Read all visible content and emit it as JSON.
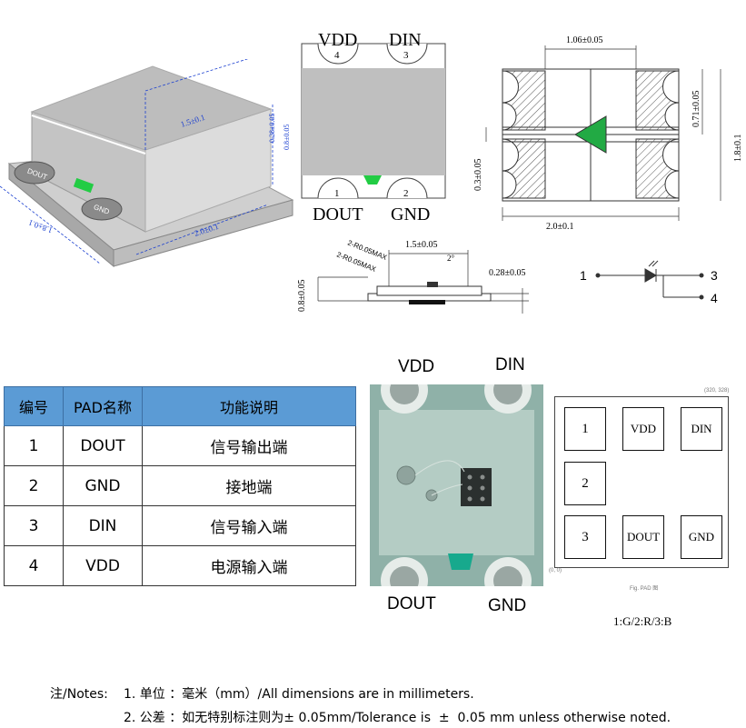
{
  "package_3d": {
    "dim_length": "1.5±0.1",
    "dim_width": "2.0±0.1",
    "dim_diag": "1.8±0.1",
    "dim_h1": "0.28±0.05",
    "dim_h2": "0.8±0.05",
    "pad_dout": "DOUT",
    "pad_gnd": "GND"
  },
  "top_view": {
    "pin4_name": "VDD",
    "pin4_num": "4",
    "pin3_name": "DIN",
    "pin3_num": "3",
    "pin1_name": "DOUT",
    "pin1_num": "1",
    "pin2_name": "GND",
    "pin2_num": "2"
  },
  "footprint": {
    "dim_top": "1.06±0.05",
    "dim_right_a": "0.71±0.05",
    "dim_right_b": "1.8±0.1",
    "dim_left": "0.3±0.05",
    "dim_bottom": "2.0±0.1"
  },
  "side_view": {
    "dim_width": "1.5±0.05",
    "angle": "2°",
    "radius_a": "2-R0.05MAX",
    "radius_b": "2-R0.05MAX",
    "dim_height": "0.8±0.05",
    "dim_pad": "0.28±0.05"
  },
  "schematic": {
    "pin1": "1",
    "pin3": "3",
    "pin4": "4"
  },
  "table": {
    "headers": [
      "编号",
      "PAD名称",
      "功能说明"
    ],
    "rows": [
      [
        "1",
        "DOUT",
        "信号输出端"
      ],
      [
        "2",
        "GND",
        "接地端"
      ],
      [
        "3",
        "DIN",
        "信号输入端"
      ],
      [
        "4",
        "VDD",
        "电源输入端"
      ]
    ]
  },
  "photo": {
    "vdd": "VDD",
    "din": "DIN",
    "dout": "DOUT",
    "gnd": "GND"
  },
  "pad_diagram": {
    "coord_top": "(320, 328)",
    "coord_origin": "(0, 0)",
    "caption": "Fig. PAD 图",
    "pads": [
      "1",
      "VDD",
      "DIN",
      "2",
      "3",
      "DOUT",
      "GND"
    ],
    "mapping": "1:G/2:R/3:B"
  },
  "notes": {
    "prefix": "注/Notes:",
    "line1": "1. 单位 ：毫米（mm）/All dimensions are in millimeters.",
    "line2": "2. 公差 ：如无特别标注则为± 0.05mm/Tolerance is  ±  0.05 mm unless otherwise noted."
  },
  "colors": {
    "led_green": "#22cc44",
    "table_header": "#5b9bd5",
    "dim_blue": "#1a3fd0"
  }
}
